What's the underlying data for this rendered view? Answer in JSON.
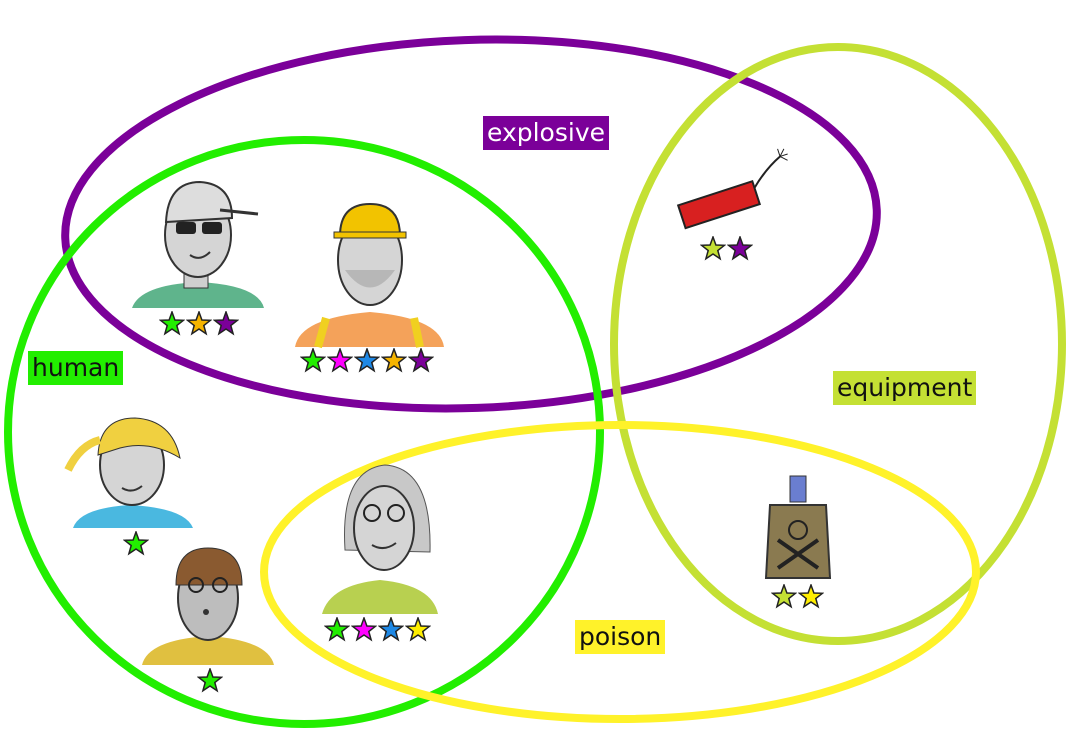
{
  "colors": {
    "explosive": "#7b0099",
    "human": "#22ee00",
    "equipment": "#c4e034",
    "poison": "#fff22a",
    "star_green": "#22ee00",
    "star_magenta": "#ff00ff",
    "star_blue": "#1e88e5",
    "star_orange": "#f5b400",
    "star_purple": "#7b0099",
    "star_yellow": "#ffee00",
    "star_lime": "#c4e034"
  },
  "sets": {
    "explosive": "explosive",
    "human": "human",
    "equipment": "equipment",
    "poison": "poison"
  },
  "items": [
    {
      "name": "cap-sunglasses-man",
      "stars": [
        "star_green",
        "star_orange",
        "star_purple"
      ]
    },
    {
      "name": "construction-worker",
      "stars": [
        "star_green",
        "star_magenta",
        "star_blue",
        "star_orange",
        "star_purple"
      ]
    },
    {
      "name": "dynamite",
      "stars": [
        "star_lime",
        "star_purple"
      ]
    },
    {
      "name": "ponytail-girl",
      "stars": [
        "star_green"
      ]
    },
    {
      "name": "curly-hair-boy",
      "stars": [
        "star_green"
      ]
    },
    {
      "name": "grey-haired-woman",
      "stars": [
        "star_green",
        "star_magenta",
        "star_blue",
        "star_yellow"
      ]
    },
    {
      "name": "poison-bottle",
      "stars": [
        "star_lime",
        "star_yellow"
      ]
    }
  ]
}
